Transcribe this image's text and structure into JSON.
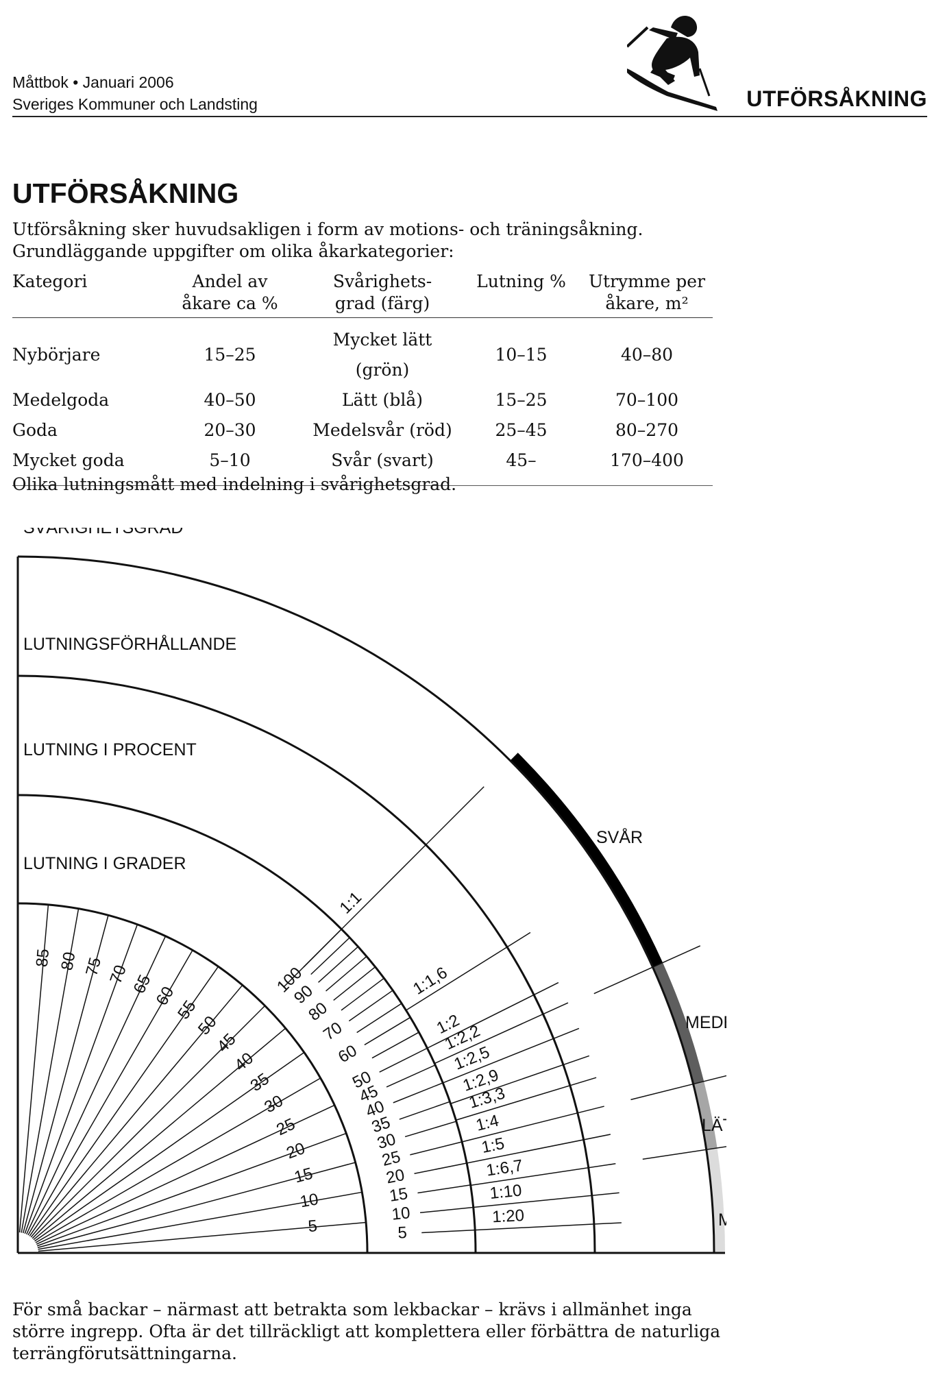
{
  "header": {
    "line1": "Måttbok • Januari 2006",
    "line2": "Sveriges Kommuner och Landsting",
    "section": "UTFÖRSÅKNING",
    "logo": "downhill-skier-icon"
  },
  "title": "UTFÖRSÅKNING",
  "intro": "Utförsåkning sker huvudsakligen i form av motions- och träningsåkning. Grundläggande uppgifter om olika åkarkategorier:",
  "table": {
    "headers": [
      {
        "l1": "Kategori",
        "l2": ""
      },
      {
        "l1": "Andel av",
        "l2": "åkare ca %"
      },
      {
        "l1": "Svårighets-",
        "l2": "grad (färg)"
      },
      {
        "l1": "Lutning %",
        "l2": ""
      },
      {
        "l1": "Utrymme per",
        "l2": "åkare, m²"
      }
    ],
    "rows": [
      [
        "Nybörjare",
        "15–25",
        "Mycket lätt (grön)",
        "10–15",
        "40–80"
      ],
      [
        "Medelgoda",
        "40–50",
        "Lätt (blå)",
        "15–25",
        "70–100"
      ],
      [
        "Goda",
        "20–30",
        "Medelsvår (röd)",
        "25–45",
        "80–270"
      ],
      [
        "Mycket goda",
        "5–10",
        "Svår (svart)",
        "45–",
        "170–400"
      ]
    ]
  },
  "figure_caption": "Olika lutningsmått med indelning i svårighetsgrad.",
  "diagram": {
    "band_labels": {
      "difficulty": "SVÅRIGHETSGRAD",
      "ratio": "LUTNINGSFÖRHÅLLANDE",
      "percent": "LUTNING I PROCENT",
      "degrees": "LUTNING I GRADER"
    },
    "degrees": [
      5,
      10,
      15,
      20,
      25,
      30,
      35,
      40,
      45,
      50,
      55,
      60,
      65,
      70,
      75,
      80,
      85
    ],
    "percent_labels": [
      {
        "value": 5,
        "label": "5"
      },
      {
        "value": 10,
        "label": "10"
      },
      {
        "value": 15,
        "label": "15"
      },
      {
        "value": 20,
        "label": "20"
      },
      {
        "value": 25,
        "label": "25"
      },
      {
        "value": 30,
        "label": "30"
      },
      {
        "value": 35,
        "label": "35"
      },
      {
        "value": 40,
        "label": "40"
      },
      {
        "value": 45,
        "label": "45"
      },
      {
        "value": 50,
        "label": "50"
      },
      {
        "value": 60,
        "label": "60"
      },
      {
        "value": 70,
        "label": "70"
      },
      {
        "value": 80,
        "label": "80"
      },
      {
        "value": 90,
        "label": "90"
      },
      {
        "value": 100,
        "label": "100"
      }
    ],
    "percent_extra_ticks": [
      55,
      65,
      75,
      85,
      95
    ],
    "ratios": [
      {
        "label": "1:20",
        "run": 20
      },
      {
        "label": "1:10",
        "run": 10
      },
      {
        "label": "1:6,7",
        "run": 6.7
      },
      {
        "label": "1:5",
        "run": 5
      },
      {
        "label": "1:4",
        "run": 4
      },
      {
        "label": "1:3,3",
        "run": 3.3
      },
      {
        "label": "1:2,9",
        "run": 2.9
      },
      {
        "label": "1:2,5",
        "run": 2.5
      },
      {
        "label": "1:2,2",
        "run": 2.2
      },
      {
        "label": "1:2",
        "run": 2
      },
      {
        "label": "1:1,6",
        "run": 1.6
      },
      {
        "label": "1:1",
        "run": 1
      }
    ],
    "difficulty": [
      {
        "label": "MYCKET LÄTT",
        "from_percent": 0,
        "to_percent": 15,
        "color": "#dcdcdc"
      },
      {
        "label": "LÄTT",
        "from_percent": 15,
        "to_percent": 25,
        "color": "#a6a6a6"
      },
      {
        "label": "MEDELSVÅR",
        "from_percent": 25,
        "to_percent": 45,
        "color": "#5e5e5e"
      },
      {
        "label": "SVÅR",
        "from_percent": 45,
        "to_percent": 100,
        "color": "#000000"
      }
    ]
  },
  "footer": "För små backar – närmast att betrakta som lekbackar – krävs i allmänhet inga större ingrepp. Ofta är det tillräckligt att komplettera eller förbättra de naturliga terrängförutsättningarna."
}
